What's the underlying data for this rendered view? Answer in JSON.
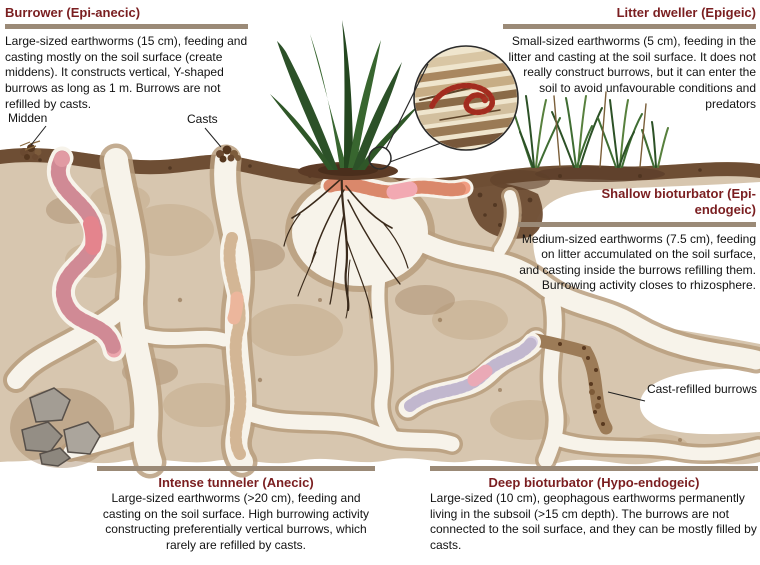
{
  "sections": {
    "burrower": {
      "heading": "Burrower (Epi-anecic)",
      "body": "Large-sized earthworms (15 cm), feeding and casting mostly on the soil surface (create middens). It constructs vertical, Y-shaped burrows as long as 1 m. Burrows are not refilled by casts."
    },
    "litter_dweller": {
      "heading": "Litter dweller (Epigeic)",
      "body": "Small-sized earthworms (5 cm), feeding in the litter and casting at the soil surface. It does not really construct burrows, but it can enter the soil to avoid unfavourable conditions and predators"
    },
    "shallow_bioturbator": {
      "heading": "Shallow bioturbator (Epi-endogeic)",
      "body": "Medium-sized earthworms (7.5 cm), feeding on litter accumulated on the soil surface, and casting inside the burrows refilling them. Burrowing activity closes to rhizosphere."
    },
    "intense_tunneler": {
      "heading": "Intense tunneler (Anecic)",
      "body": "Large-sized earthworms (>20 cm), feeding and casting on the soil surface. High burrowing activity constructing preferentially vertical burrows, which rarely are refilled by casts."
    },
    "deep_bioturbator": {
      "heading": "Deep bioturbator (Hypo-endogeic)",
      "body": "Large-sized (10 cm), geophagous earthworms permanently living in the subsoil (>15 cm depth). The burrows are not connected to the soil surface, and they can be mostly filled by casts."
    }
  },
  "labels": {
    "midden": "Midden",
    "casts": "Casts",
    "cast_refilled_burrows": "Cast-refilled burrows"
  },
  "colors": {
    "heading": "#7a1e20",
    "divider_bar": "#9b8a77",
    "soil": "#d7c6af",
    "topsoil": "#6e4e34",
    "burrow": "#f7f3ea",
    "worm_pink": "#eca6ad",
    "worm_pale": "#ebd4ba",
    "worm_salmon": "#f09d82",
    "worm_lavender": "#dcd4e6",
    "worm_red": "#bf3a2b",
    "plant_green": "#2c5128",
    "rock_gray": "#a39d94"
  }
}
